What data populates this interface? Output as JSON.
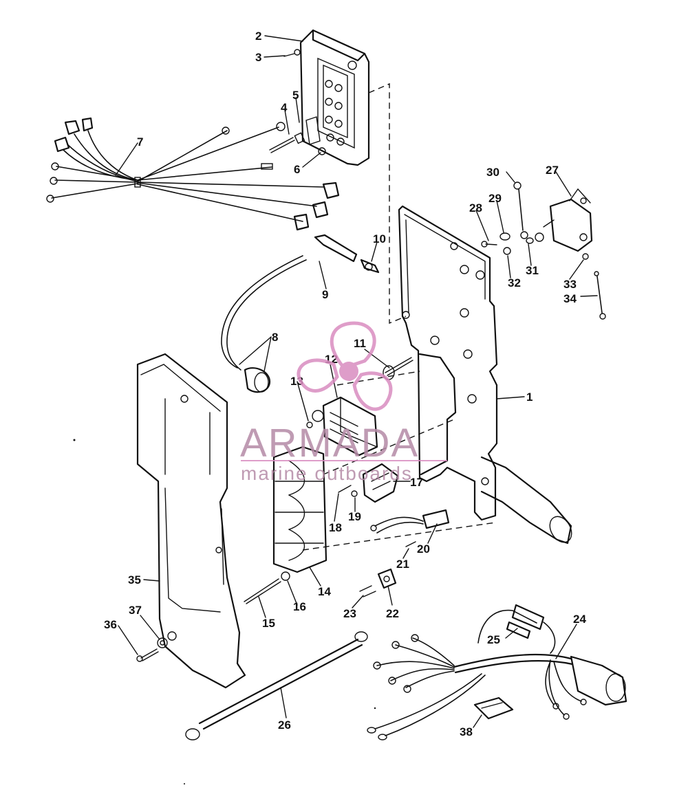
{
  "watermark": {
    "brand": "ARMADA",
    "tagline": "marine outboards",
    "color": "#d98cc0"
  },
  "callouts": {
    "c1": "1",
    "c2": "2",
    "c3": "3",
    "c4": "4",
    "c5": "5",
    "c6": "6",
    "c7": "7",
    "c8": "8",
    "c9": "9",
    "c10": "10",
    "c11": "11",
    "c12": "12",
    "c13": "13",
    "c14": "14",
    "c15": "15",
    "c16": "16",
    "c17": "17",
    "c18": "18",
    "c19": "19",
    "c20": "20",
    "c21": "21",
    "c22": "22",
    "c23": "23",
    "c24": "24",
    "c25": "25",
    "c26": "26",
    "c27": "27",
    "c28": "28",
    "c29": "29",
    "c30": "30",
    "c31": "31",
    "c32": "32",
    "c33": "33",
    "c34": "34",
    "c35": "35",
    "c36": "36",
    "c37": "37",
    "c38": "38"
  }
}
